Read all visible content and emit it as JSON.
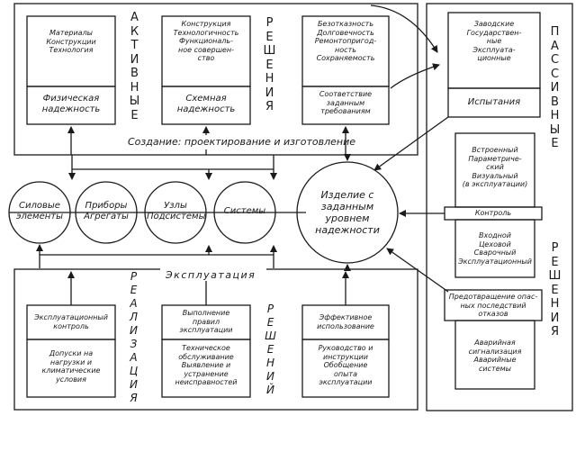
{
  "top": {
    "activnye": "А\nК\nТ\nИ\nВ\nН\nЫ\nЕ",
    "resheniya": "Р\nЕ\nШ\nЕ\nН\nИ\nЯ",
    "col1_detail": "Материалы\nКонструкции\nТехнология",
    "col1_result": "Физическая\nнадежность",
    "col2_detail": "Конструкция\nТехнологичность\nФункциональ-\nное совершен-\nство",
    "col2_result": "Схемная\nнадежность",
    "col3_detail": "Безотказность\nДолговечность\nРемонтопригод-\nность\nСохраняемость",
    "col3_result": "Соответствие\nзаданным\nтребованиям",
    "creation": "Создание: проектирование  и  изготовление"
  },
  "right": {
    "passivnye": "П\nА\nС\nС\nИ\nВ\nН\nЫ\nЕ",
    "resheniya": "Р\nЕ\nШ\nЕ\nН\nИ\nЯ",
    "trials_detail": "Заводские\nГосударствен-\nные\nЭксплуата-\nционные",
    "trials": "Испытания",
    "control_detail": "Встроенный\nПараметриче-\nский\nВизуальный\n(в эксплуатации)",
    "control": "Контроль",
    "control_kinds": "Входной\nЦеховой\nСварочный\nЭксплуатационный",
    "prevention": "Предотвращение опас-\nных последствий\nотказов",
    "prevention_detail": "Аварийная\nсигнализация\nАварийные\nсистемы"
  },
  "middle": {
    "circle_power": "Силовые\nэлементы",
    "circle_devices": "Приборы\nАгрегаты",
    "circle_units": "Узлы\nПодсистемы",
    "circle_systems": "Системы",
    "product": "Изделие  с\nзаданным\nуровнем\nнадежности"
  },
  "bottom": {
    "operation": "Эксплуатация",
    "realizaciya": "Р\nЕ\nА\nЛ\nИ\nЗ\nА\nЦ\nИ\nЯ",
    "resheniy": "Р\nЕ\nШ\nЕ\nН\nИ\nЙ",
    "col1_top": "Эксплуатационный\nконтроль",
    "col1_detail": "Допуски на\nнагрузки и\nклиматические\nусловия",
    "col2_top": "Выполнение\nправил\nэксплуатации",
    "col2_detail": "Техническое\nобслуживание\nВыявление и\nустранение\nнеисправностей",
    "col3_top": "Эффективное\nиспользование",
    "col3_detail": "Руководство и\nинструкции\nОбобщение\nопыта\nэксплуатации"
  }
}
